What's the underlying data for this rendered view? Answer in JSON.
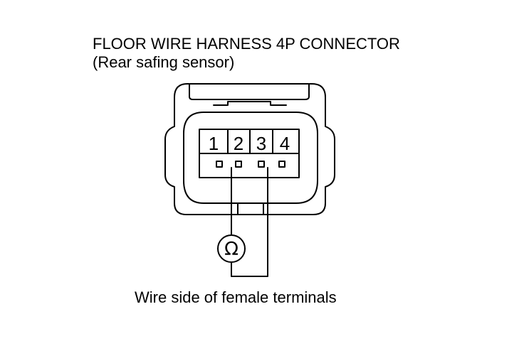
{
  "title": "FLOOR WIRE HARNESS 4P CONNECTOR",
  "subtitle": "(Rear safing sensor)",
  "caption": "Wire side of female terminals",
  "pins": [
    "1",
    "2",
    "3",
    "4"
  ],
  "meter_symbol": "Ω",
  "meter_icon": "ohmmeter-icon"
}
